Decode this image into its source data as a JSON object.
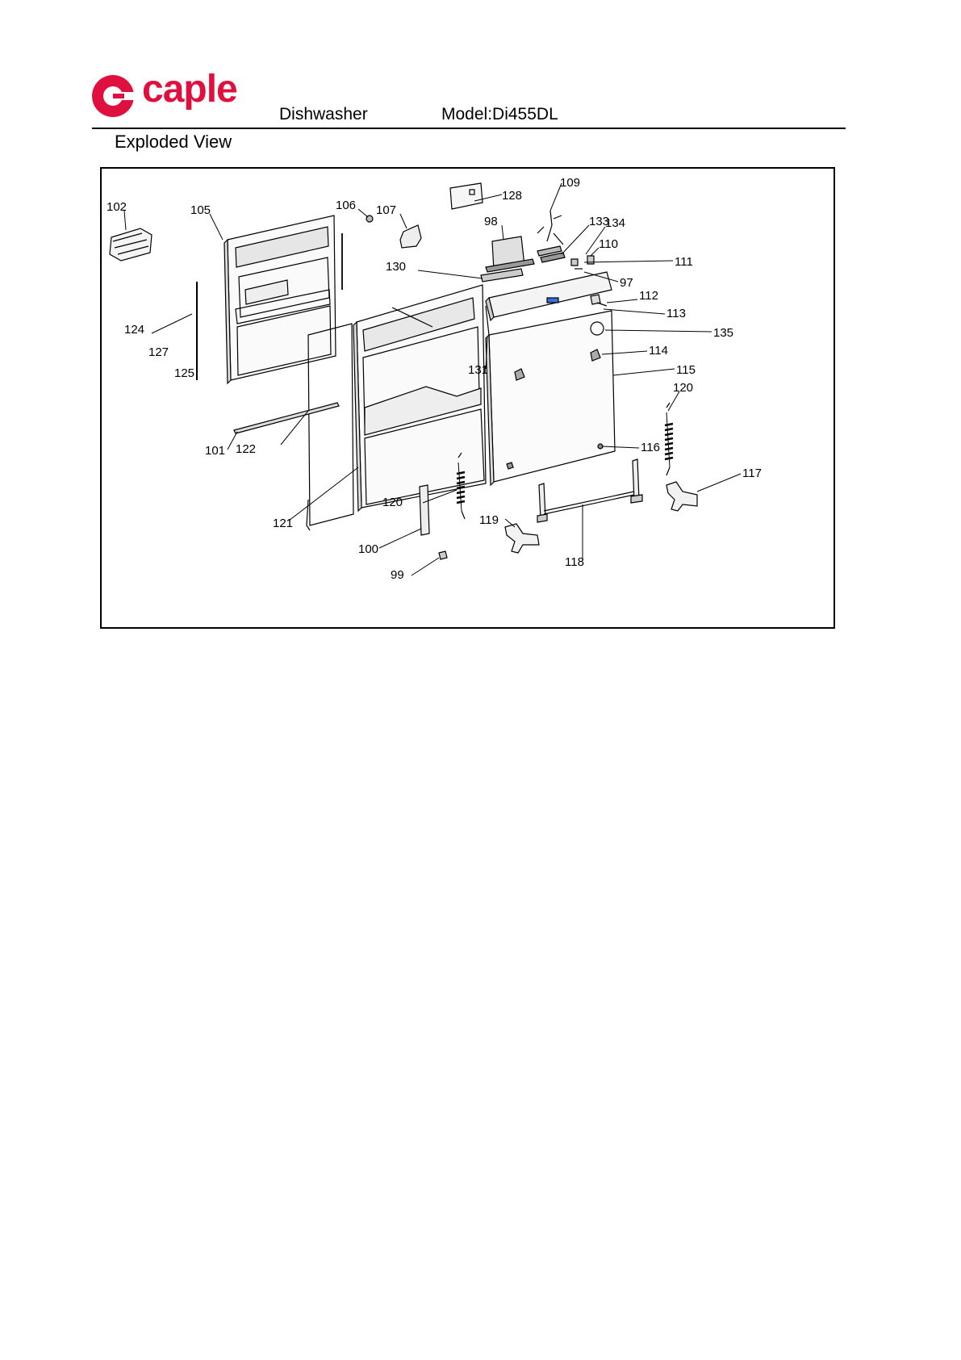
{
  "brand": {
    "name": "caple",
    "color": "#e0103e"
  },
  "header": {
    "product": "Dishwasher",
    "model": "Model:Di455DL",
    "section": "Exploded View"
  },
  "diagram": {
    "callouts": [
      "102",
      "105",
      "106",
      "107",
      "128",
      "109",
      "98",
      "133",
      "134",
      "110",
      "111",
      "130",
      "97",
      "112",
      "113",
      "135",
      "124",
      "127",
      "125",
      "131",
      "114",
      "115",
      "120",
      "101",
      "122",
      "116",
      "117",
      "121",
      "120",
      "119",
      "100",
      "118",
      "99"
    ]
  }
}
